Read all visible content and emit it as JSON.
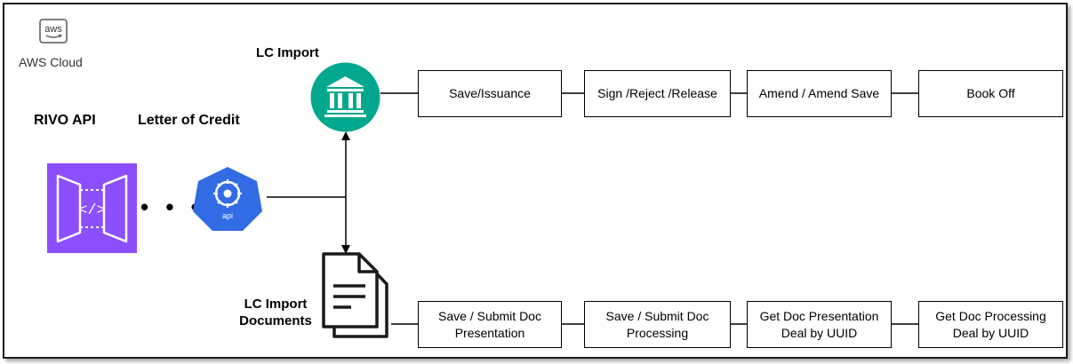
{
  "cloud": {
    "label": "AWS Cloud",
    "logo_text": "aws",
    "icon": "aws-logo-icon"
  },
  "titles": {
    "rivo_api": "RIVO API",
    "letter_of_credit": "Letter of Credit",
    "lc_import": "LC Import",
    "lc_import_docs": "LC Import Documents"
  },
  "icons": {
    "rivo": "api-gateway-icon",
    "api": "kubernetes-api-icon",
    "api_badge": "api",
    "bank": "bank-building-icon",
    "documents": "documents-icon"
  },
  "connector_dots": "• • •",
  "import_flow": [
    {
      "label": "Save/Issuance"
    },
    {
      "label": "Sign /Reject /Release"
    },
    {
      "label": "Amend / Amend Save"
    },
    {
      "label": "Book Off"
    }
  ],
  "docs_flow": [
    {
      "label": "Save / Submit Doc Presentation"
    },
    {
      "label": "Save / Submit Doc Processing"
    },
    {
      "label": "Get Doc Presentation Deal by UUID"
    },
    {
      "label": "Get Doc Processing Deal by UUID"
    }
  ],
  "colors": {
    "rivo_purple": "#8c4fff",
    "api_blue": "#326ce5",
    "bank_teal": "#01a88d",
    "border": "#000000"
  }
}
